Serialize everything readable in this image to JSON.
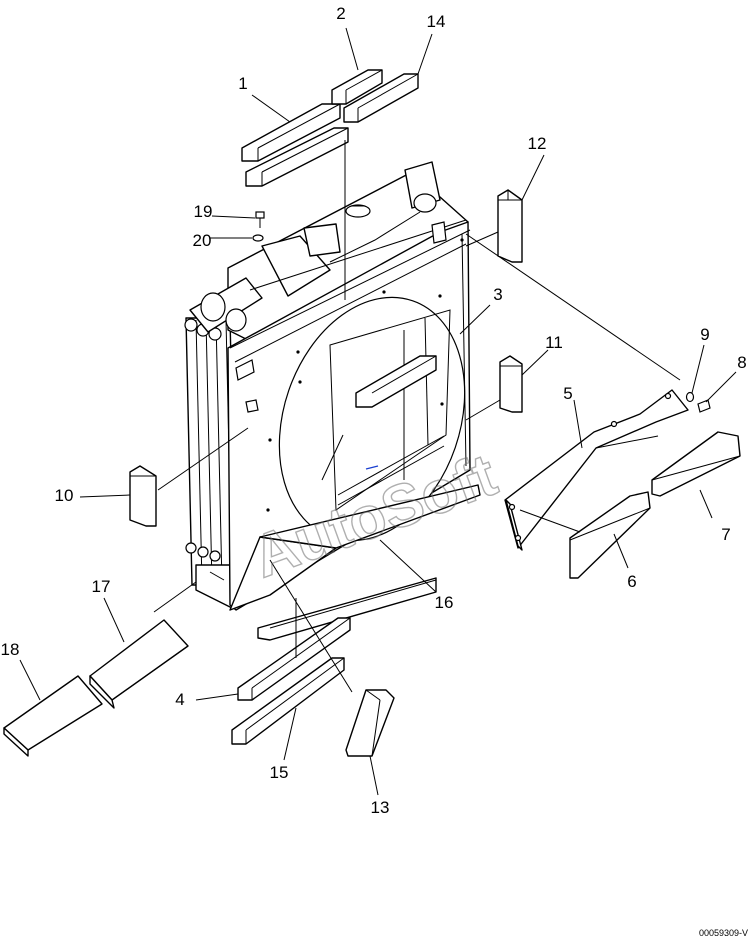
{
  "callouts": [
    {
      "id": "c1",
      "label": "1"
    },
    {
      "id": "c2",
      "label": "2"
    },
    {
      "id": "c3",
      "label": "3"
    },
    {
      "id": "c4",
      "label": "4"
    },
    {
      "id": "c5",
      "label": "5"
    },
    {
      "id": "c6",
      "label": "6"
    },
    {
      "id": "c7",
      "label": "7"
    },
    {
      "id": "c8",
      "label": "8"
    },
    {
      "id": "c9",
      "label": "9"
    },
    {
      "id": "c10",
      "label": "10"
    },
    {
      "id": "c11",
      "label": "11"
    },
    {
      "id": "c12",
      "label": "12"
    },
    {
      "id": "c13",
      "label": "13"
    },
    {
      "id": "c14",
      "label": "14"
    },
    {
      "id": "c15",
      "label": "15"
    },
    {
      "id": "c16",
      "label": "16"
    },
    {
      "id": "c17",
      "label": "17"
    },
    {
      "id": "c18",
      "label": "18"
    },
    {
      "id": "c19",
      "label": "19"
    },
    {
      "id": "c20",
      "label": "20"
    }
  ],
  "watermark": "AutoSoft",
  "doc_ref": "00059309-V"
}
